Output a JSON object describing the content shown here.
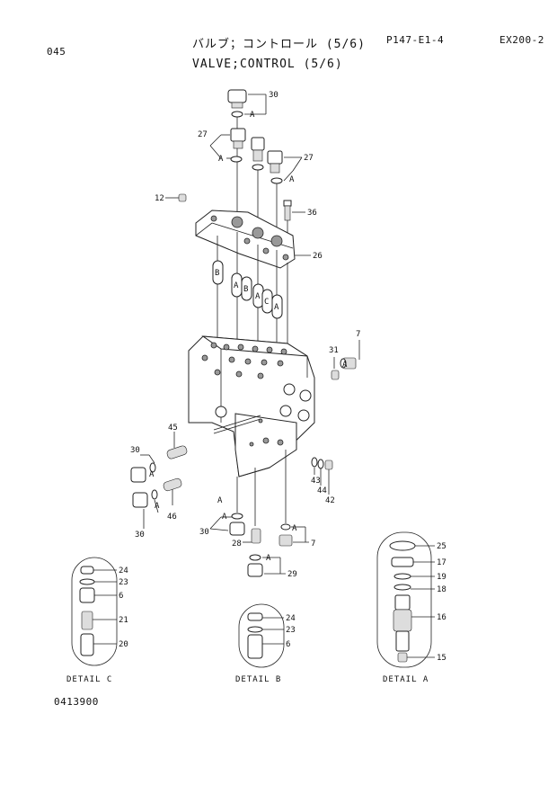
{
  "header": {
    "code": "045",
    "title_jp": "バルブ；コントロール (5/6)",
    "title_en": "VALVE;CONTROL (5/6)",
    "page_ref": "P147-E1-4",
    "model": "EX200-2"
  },
  "footer": {
    "code": "0413900"
  },
  "callouts": {
    "n30a": "30",
    "n27a": "27",
    "n27b": "27",
    "n12": "12",
    "n36": "36",
    "n26": "26",
    "n7a": "7",
    "n31": "31",
    "n45": "45",
    "n30b": "30",
    "n30c": "30",
    "n46": "46",
    "n43": "43",
    "n44": "44",
    "n42": "42",
    "n30d": "30",
    "n28": "28",
    "n7b": "7",
    "n29": "29",
    "n25": "25",
    "n17": "17",
    "n19": "19",
    "n18": "18",
    "n16": "16",
    "n15": "15",
    "c24": "24",
    "c23": "23",
    "c6": "6",
    "c21": "21",
    "c20": "20",
    "b24": "24",
    "b23": "23",
    "b6": "6"
  },
  "letters": {
    "a1": "A",
    "a2": "A",
    "a3": "A",
    "a4": "A",
    "a5": "A",
    "a6": "A",
    "a7": "A",
    "a8": "A",
    "a9": "A",
    "a10": "A",
    "a11": "A",
    "plugB1": "B",
    "plugA1": "A",
    "plugB2": "B",
    "plugA2": "A",
    "plugC": "C",
    "plugA3": "A"
  },
  "details": {
    "c": "DETAIL C",
    "b": "DETAIL B",
    "a": "DETAIL A"
  }
}
